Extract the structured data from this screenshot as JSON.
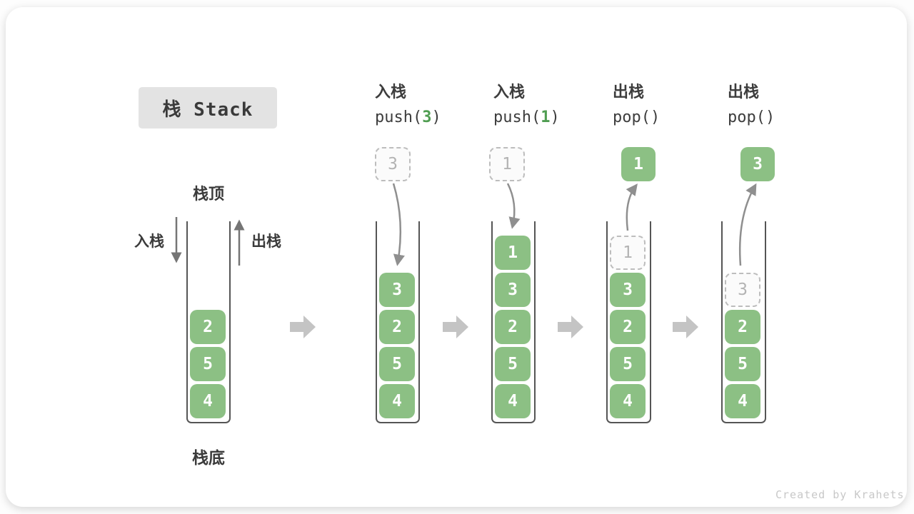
{
  "title": {
    "label": "栈 Stack"
  },
  "labels": {
    "stack_top": "栈顶",
    "stack_bottom": "栈底",
    "push": "入栈",
    "pop": "出栈"
  },
  "columns": [
    {
      "op_label": "入栈",
      "code_prefix": "push(",
      "code_num": "3",
      "code_suffix": ")"
    },
    {
      "op_label": "入栈",
      "code_prefix": "push(",
      "code_num": "1",
      "code_suffix": ")"
    },
    {
      "op_label": "出栈",
      "code_prefix": "pop()",
      "code_num": "",
      "code_suffix": ""
    },
    {
      "op_label": "出栈",
      "code_prefix": "pop()",
      "code_num": "",
      "code_suffix": ""
    }
  ],
  "stacks": [
    {
      "name": "initial",
      "cells": [
        "2",
        "5",
        "4"
      ]
    },
    {
      "name": "after-push-3",
      "float": "3",
      "cells": [
        "3",
        "2",
        "5",
        "4"
      ]
    },
    {
      "name": "after-push-1",
      "float": "1",
      "cells": [
        "1",
        "3",
        "2",
        "5",
        "4"
      ]
    },
    {
      "name": "after-pop-1",
      "float": "1",
      "ghost": "1",
      "cells": [
        "3",
        "2",
        "5",
        "4"
      ]
    },
    {
      "name": "after-pop-3",
      "float": "3",
      "ghost": "3",
      "cells": [
        "2",
        "5",
        "4"
      ]
    }
  ],
  "page": {
    "watermark": "Created by Krahets"
  },
  "colors": {
    "cell_green": "#8cc084",
    "code_green": "#4f9d51",
    "title_bg": "#e3e3e3",
    "wall_gray": "#555555",
    "flow_arrow_gray": "#8f8f8f",
    "step_arrow_gray": "#c4c4c4",
    "ghost_border": "#bdbdbd",
    "text_dark": "#3d3d3d",
    "watermark_gray": "#c8c8c8"
  }
}
